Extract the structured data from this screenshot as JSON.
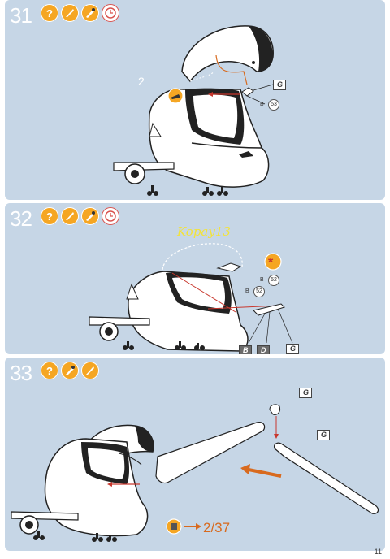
{
  "steps": [
    {
      "number": "31",
      "icons": [
        "question-icon",
        "knife-icon",
        "brush-icon",
        "clock-icon"
      ],
      "part_count_label": "2",
      "paint_tags": [
        "G"
      ],
      "refs": [
        {
          "prefix": "B",
          "num": "53"
        }
      ]
    },
    {
      "number": "32",
      "icons": [
        "question-icon",
        "knife-icon",
        "brush-icon",
        "clock-icon"
      ],
      "watermark": "Kopay13",
      "refs": [
        {
          "prefix": "B",
          "num": "52"
        },
        {
          "prefix": "B",
          "num": "52"
        }
      ],
      "paint_tags": [
        "B",
        "D",
        "G"
      ]
    },
    {
      "number": "33",
      "icons": [
        "question-icon",
        "brush-icon",
        "knife-icon"
      ],
      "paint_tags": [
        "G",
        "G"
      ],
      "cross_ref": "2/37"
    }
  ],
  "page_number": "11",
  "colors": {
    "panel": "#c6d6e6",
    "accent": "#f5a623",
    "arrow": "#d86a1e"
  }
}
